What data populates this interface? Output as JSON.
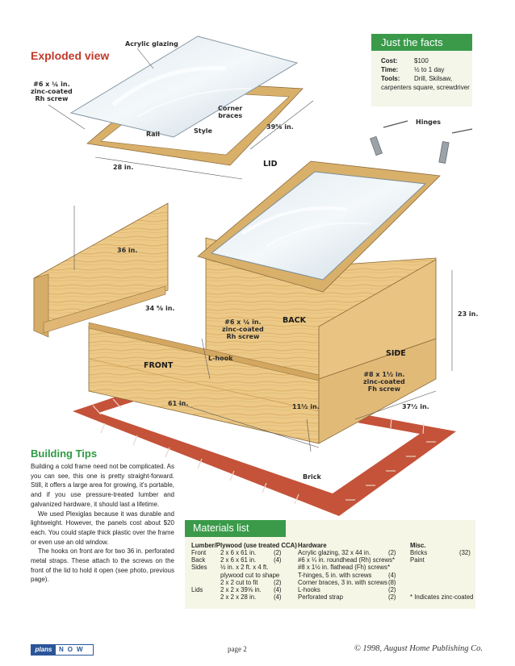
{
  "title": "Exploded view",
  "labels": {
    "acrylic": "Acrylic glazing",
    "screw1": [
      "#6 x ¼ in.",
      "zinc-coated",
      "Rh screw"
    ],
    "corner": [
      "Corner",
      "braces"
    ],
    "rail": "Rail",
    "style": "Style",
    "d39": "39⅝ in.",
    "hinges": "Hinges",
    "lid": "LID",
    "d28": "28 in.",
    "d36": "36 in.",
    "d34": "34 ⅝ in.",
    "screw2": [
      "#6 x ¼ in.",
      "zinc-coated",
      "Rh screw"
    ],
    "back": "BACK",
    "d23": "23 in.",
    "lhook": "L-hook",
    "front": "FRONT",
    "side": "SIDE",
    "screw3": [
      "#8 x 1½ in.",
      "zinc-coated",
      "Fh screw"
    ],
    "d61": "61 in.",
    "d11": "11½ in.",
    "d37": "37½ in.",
    "brick": "Brick"
  },
  "facts": {
    "heading": "Just the facts",
    "rows": [
      {
        "k": "Cost:",
        "v": "$100"
      },
      {
        "k": "Time:",
        "v": "½ to 1 day"
      },
      {
        "k": "Tools:",
        "v": "Drill, Skilsaw,"
      }
    ],
    "tools_extra": "carpenters square, screwdriver"
  },
  "tips": {
    "heading": "Building Tips",
    "p1": "Building a cold frame need not be complicated. As you can see, this one is pretty straight-forward. Still, it offers a large area for growing, it's portable, and if you use pressure-treated lumber and galvanized hardware, it should last a lifetime.",
    "p2": "We used Plexiglas because it was durable and lightweight. However, the panels cost about $20 each. You could staple thick plastic over the frame or even use an old window.",
    "p3": "The hooks on front are for two 36 in. perforated metal straps. These attach to the screws on the front of the lid to hold it open (see photo, previous page)."
  },
  "materials": {
    "heading": "Materials list",
    "lumber_head": "Lumber/Plywood (use treated CCA)",
    "lumber": [
      [
        "Front",
        "2 x 6 x 61 in.",
        "(2)"
      ],
      [
        "Back",
        "2 x 6 x 61 in.",
        "(4)"
      ],
      [
        "Sides",
        "½ in. x 2 ft. x 4 ft.",
        ""
      ],
      [
        "",
        "plywood cut to shape",
        ""
      ],
      [
        "",
        "2 x 2 cut to fit",
        "(2)"
      ],
      [
        "Lids",
        "2 x 2 x 39⅝ in.",
        "(4)"
      ],
      [
        "",
        "2 x 2 x 28 in.",
        "(4)"
      ]
    ],
    "hardware_head": "Hardware",
    "hardware": [
      [
        "Acrylic glazing, 32 x 44 in.",
        "(2)"
      ],
      [
        "#6 x ¼ in. roundhead (Rh) screws*",
        ""
      ],
      [
        "#8 x 1½ in. flathead (Fh) screws*",
        ""
      ],
      [
        "T-hinges, 5 in. with screws",
        "(4)"
      ],
      [
        "Corner braces, 3 in. with screws",
        "(8)"
      ],
      [
        "L-hooks",
        "(2)"
      ],
      [
        "Perforated strap",
        "(2)"
      ]
    ],
    "misc_head": "Misc.",
    "misc": [
      [
        "Bricks",
        "(32)"
      ],
      [
        "Paint",
        ""
      ]
    ],
    "note": "* Indicates zinc-coated"
  },
  "footer": {
    "logo_plans": "plans",
    "logo_now": "NOW",
    "page": "page 2",
    "copyright": "© 1998, August Home Publishing Co."
  },
  "colors": {
    "green": "#3a9a4a",
    "red_title": "#c0392b",
    "wood": "#e8c27a",
    "brick": "#c4533a"
  }
}
